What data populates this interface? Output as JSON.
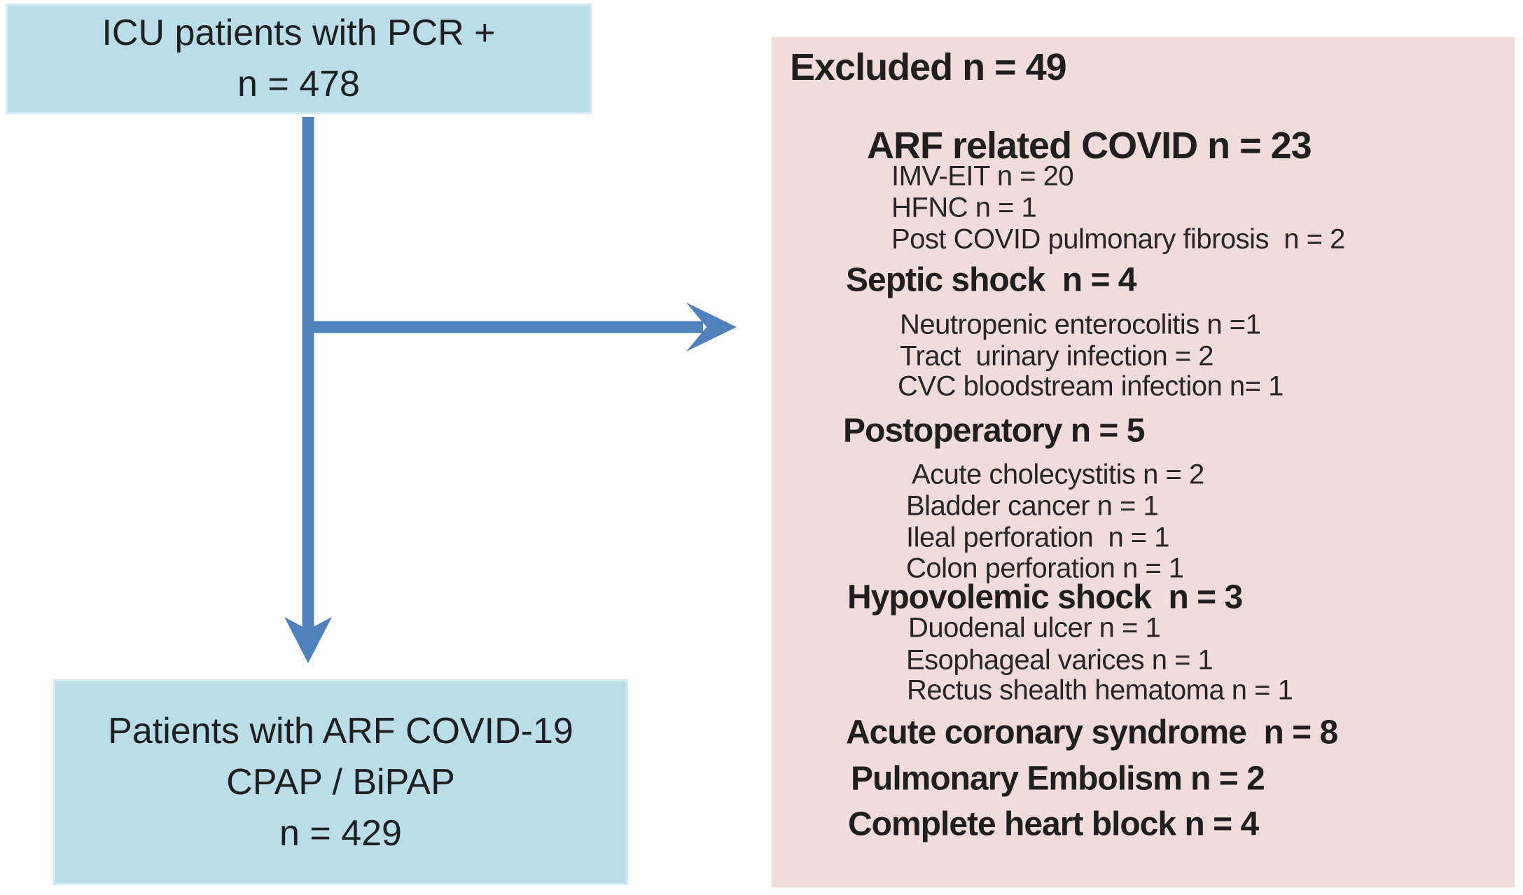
{
  "nodes": {
    "icu": {
      "line1": "ICU patients with PCR +",
      "line2": "n = 478"
    },
    "final": {
      "line1": "Patients with ARF COVID-19",
      "line2": "CPAP / BiPAP",
      "line3": "n = 429"
    }
  },
  "panel": {
    "title": "Excluded n = 49",
    "items": [
      {
        "text": "ARF related COVID n = 23"
      },
      {
        "text": "IMV-EIT n = 20"
      },
      {
        "text": "HFNC n = 1"
      },
      {
        "text": "Post COVID pulmonary fibrosis  n = 2"
      },
      {
        "text": "Septic shock  n = 4"
      },
      {
        "text": "Neutropenic enterocolitis n =1"
      },
      {
        "text": "Tract  urinary infection = 2"
      },
      {
        "text": "CVC bloodstream infection n= 1"
      },
      {
        "text": "Postoperatory n = 5"
      },
      {
        "text": "Acute cholecystitis n = 2"
      },
      {
        "text": "Bladder cancer n = 1"
      },
      {
        "text": "Ileal perforation  n = 1"
      },
      {
        "text": "Colon perforation n = 1"
      },
      {
        "text": "Hypovolemic shock  n = 3"
      },
      {
        "text": "Duodenal ulcer n = 1"
      },
      {
        "text": "Esophageal varices n = 1"
      },
      {
        "text": "Rectus shealth hematoma n = 1"
      },
      {
        "text": "Acute coronary syndrome  n = 8"
      },
      {
        "text": "Pulmonary Embolism n = 2"
      },
      {
        "text": "Complete heart block n = 4"
      }
    ]
  },
  "colors": {
    "node_fill": "#b9dde9",
    "node_edge": "#d3eaf2",
    "panel_fill": "#f2dcdb",
    "arrow": "#4f81bd",
    "text": "#1f1f1f"
  }
}
